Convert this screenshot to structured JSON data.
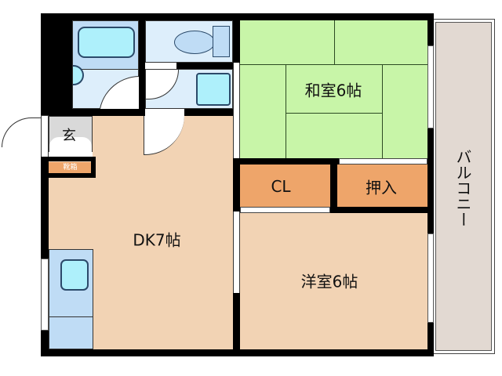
{
  "floor_plan": {
    "rooms": [
      {
        "id": "washitsu",
        "label": "和室6帖",
        "color": "#c8f5a8"
      },
      {
        "id": "yoshitsu",
        "label": "洋室6帖",
        "color": "#f2d3b4"
      },
      {
        "id": "dk",
        "label": "DK7帖",
        "color": "#f2d3b4"
      },
      {
        "id": "closet",
        "label": "CL",
        "color": "#eea56a"
      },
      {
        "id": "oshiire",
        "label": "押入",
        "color": "#eea56a"
      },
      {
        "id": "genkan",
        "label": "玄",
        "color": "#d9d9d9"
      },
      {
        "id": "shoe-box",
        "label": "靴箱",
        "color": "#eea56a"
      },
      {
        "id": "balcony",
        "label": "バルコニー",
        "color": "#e2d9d2"
      },
      {
        "id": "bath",
        "label": "",
        "color": "#bfdcf5"
      },
      {
        "id": "toilet",
        "label": "",
        "color": "#ddeefb"
      },
      {
        "id": "washroom",
        "label": "",
        "color": "#ddeefb"
      }
    ],
    "fixtures_color": "#aef0fb",
    "wall_color": "#000000"
  }
}
